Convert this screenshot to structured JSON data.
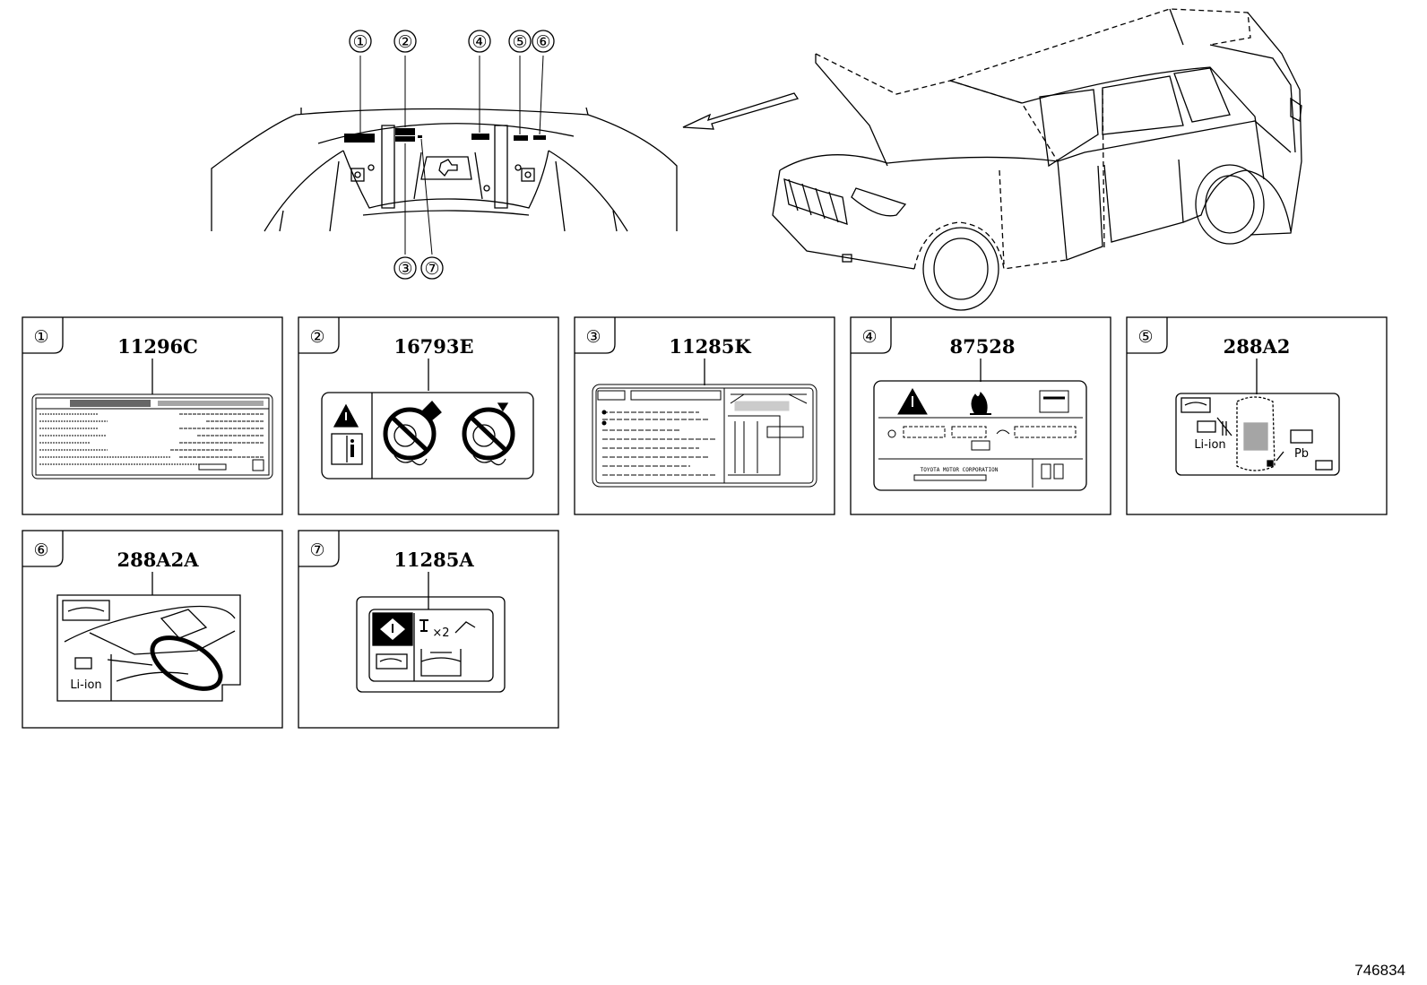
{
  "callouts": {
    "top": [
      "①",
      "②",
      "④",
      "⑤",
      "⑥"
    ],
    "bottom": [
      "③",
      "⑦"
    ]
  },
  "labels": [
    {
      "num": "①",
      "part": "11296C"
    },
    {
      "num": "②",
      "part": "16793E"
    },
    {
      "num": "③",
      "part": "11285K"
    },
    {
      "num": "④",
      "part": "87528"
    },
    {
      "num": "⑤",
      "part": "288A2"
    },
    {
      "num": "⑥",
      "part": "288A2A"
    },
    {
      "num": "⑦",
      "part": "11285A"
    }
  ],
  "label_texts": {
    "l4_corp": "TOYOTA  MOTOR  CORPORATION",
    "l5_liion": "Li-ion",
    "l5_pb": "Pb",
    "l6_liion": "Li-ion",
    "l7_x2": "×2"
  },
  "figure_id": "746834"
}
